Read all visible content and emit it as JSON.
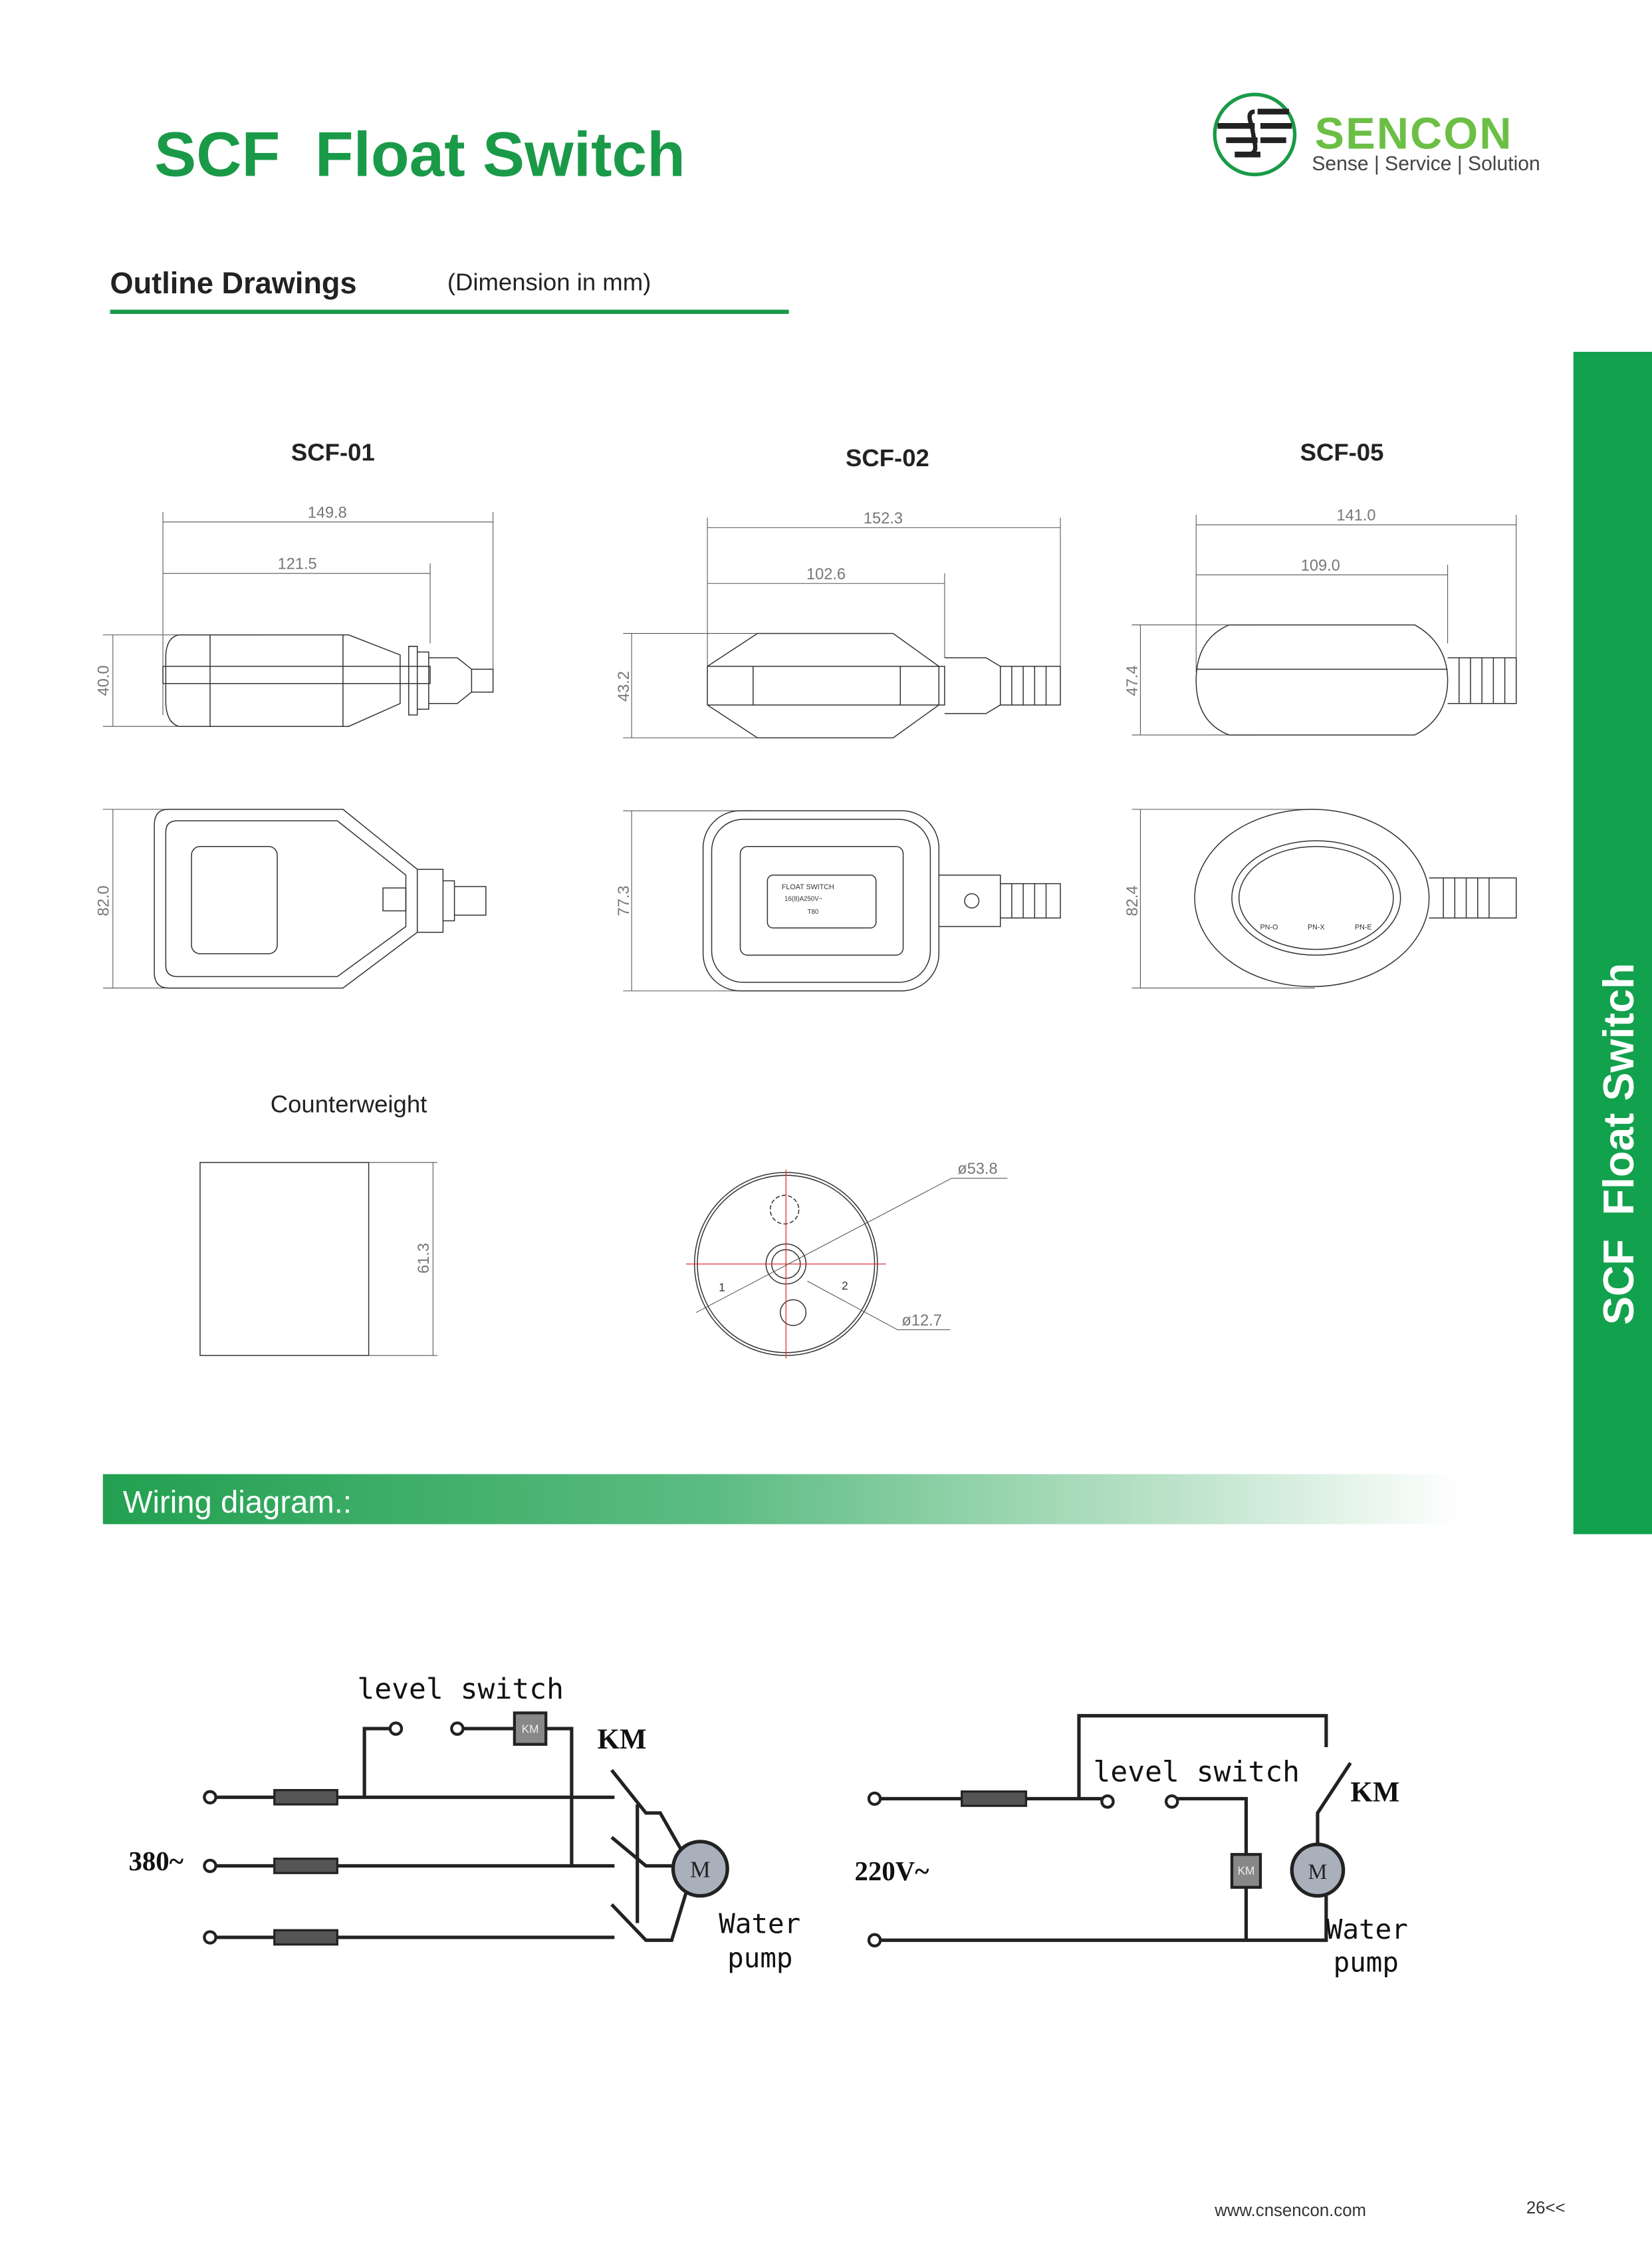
{
  "header": {
    "title": "SCF  Float Switch",
    "logo": {
      "brand": "SENCON",
      "tagline": "Sense | Service | Solution"
    }
  },
  "section": {
    "title": "Outline Drawings",
    "note": "(Dimension in mm)"
  },
  "sidebar": {
    "label": "SCF  Float Switch"
  },
  "models": [
    {
      "name": "SCF-01",
      "overall_length": "149.8",
      "body_length": "121.5",
      "height": "40.0",
      "width": "82.0"
    },
    {
      "name": "SCF-02",
      "overall_length": "152.3",
      "body_length": "102.6",
      "height": "43.2",
      "width": "77.3",
      "label_plate": {
        "line1": "FLOAT SWITCH",
        "line2": "16(8)A250V~",
        "line3": "T80"
      }
    },
    {
      "name": "SCF-05",
      "overall_length": "141.0",
      "body_length": "109.0",
      "height": "47.4",
      "width": "82.4",
      "markings": [
        "PN-O",
        "PN-X",
        "PN-E"
      ]
    }
  ],
  "counterweight": {
    "title": "Counterweight",
    "height": "61.3",
    "outer_diameter": "ø53.8",
    "inner_diameter": "ø12.7",
    "positions": [
      "1",
      "2"
    ]
  },
  "wiring": {
    "banner": "Wiring diagram.:",
    "three_phase": {
      "voltage": "380~",
      "switch_label": "level switch",
      "contactor": "KM",
      "coil": "KM",
      "motor": "M",
      "pump_line1": "Water",
      "pump_line2": "pump"
    },
    "single_phase": {
      "voltage": "220V~",
      "switch_label": "level switch",
      "contactor": "KM",
      "coil": "KM",
      "motor": "M",
      "pump_line1": "Water",
      "pump_line2": "pump"
    }
  },
  "footer": {
    "website": "www.cnsencon.com",
    "page": "26<<"
  },
  "colors": {
    "brand_green": "#1a9a48",
    "logo_green": "#6cbf45",
    "sidebar_green": "#12a14c"
  }
}
